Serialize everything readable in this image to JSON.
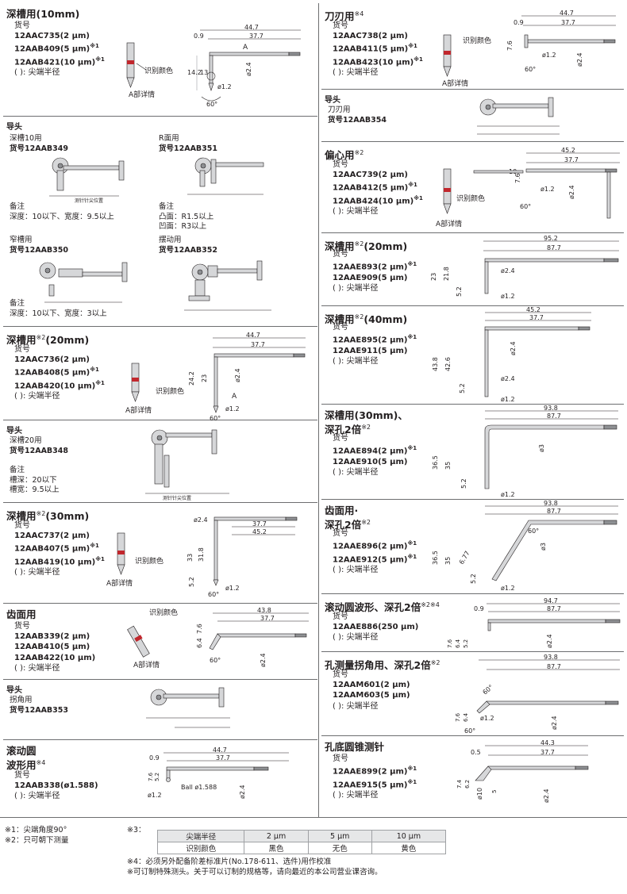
{
  "labels": {
    "huohao": "货号",
    "tip": "(   ): 尖端半径",
    "adetail": "A部详情",
    "idcolor": "识别颜色",
    "guidetou": "导头",
    "remark": "备注",
    "measpos": "测针针尖位置",
    "A": "A"
  },
  "left": {
    "s10": {
      "title": "深槽用(10mm)",
      "parts": [
        "12AAC735(2 μm)",
        "12AAB409(5 μm)",
        "12AAB421(10 μm)"
      ],
      "dims": [
        "44.7",
        "37.7",
        "0.9",
        "14.2",
        "13",
        "ø2.4",
        "ø1.2",
        "60°"
      ]
    },
    "guide1": {
      "title": "导头",
      "a": {
        "name": "深槽10用",
        "pn": "货号12AAB349",
        "notes": [
          "深度：10以下、宽度：9.5以上"
        ]
      },
      "b": {
        "name": "R面用",
        "pn": "货号12AAB351",
        "notes": [
          "凸面：R1.5以上",
          "凹面：R3以上"
        ]
      },
      "c": {
        "name": "窄槽用",
        "pn": "货号12AAB350",
        "notes": [
          "深度：10以下、宽度：3以上"
        ]
      },
      "d": {
        "name": "摆动用",
        "pn": "货号12AAB352",
        "notes": []
      }
    },
    "s20": {
      "title": "深槽用",
      "title2": "(20mm)",
      "parts": [
        "12AAC736(2 μm)",
        "12AAB408(5 μm)",
        "12AAB420(10 μm)"
      ],
      "dims": [
        "44.7",
        "37.7",
        "24.2",
        "23",
        "ø2.4",
        "ø1.2",
        "60°"
      ]
    },
    "guide2": {
      "title": "导头",
      "name": "深槽20用",
      "pn": "货号12AAB348",
      "notes": [
        "槽深：20以下",
        "槽宽：9.5以上"
      ]
    },
    "s30": {
      "title": "深槽用",
      "title2": "(30mm)",
      "parts": [
        "12AAC737(2 μm)",
        "12AAB407(5 μm)",
        "12AAB419(10 μm)"
      ],
      "dims": [
        "37.7",
        "45.2",
        "33",
        "31.8",
        "5.2",
        "ø2.4",
        "ø1.2",
        "60°"
      ]
    },
    "gear": {
      "title": "齿面用",
      "parts": [
        "12AAB339(2 μm)",
        "12AAB410(5 μm)",
        "12AAB422(10 μm)"
      ],
      "dims": [
        "43.8",
        "37.7",
        "7.6",
        "6.4",
        "ø2.4",
        "60°"
      ]
    },
    "guide3": {
      "title": "导头",
      "name": "拐角用",
      "pn": "货号12AAB353"
    },
    "roll": {
      "title": "滚动圆",
      "title2": "波形用",
      "parts": [
        "12AAB338(ø1.588)"
      ],
      "dims": [
        "44.7",
        "37.7",
        "0.9",
        "7.6",
        "5.2",
        "ø1.2",
        "Ball ø1.588",
        "ø2.4"
      ]
    }
  },
  "right": {
    "blade": {
      "title": "刀刃用",
      "parts": [
        "12AAC738(2 μm)",
        "12AAB411(5 μm)",
        "12AAB423(10 μm)"
      ],
      "dims": [
        "44.7",
        "37.7",
        "0.9",
        "7.6",
        "ø1.2",
        "ø2.4",
        "60°"
      ]
    },
    "guide4": {
      "title": "导头",
      "name": "刀刃用",
      "pn": "货号12AAB354"
    },
    "ecc": {
      "title": "偏心用",
      "parts": [
        "12AAC739(2 μm)",
        "12AAB412(5 μm)",
        "12AAB424(10 μm)"
      ],
      "dims": [
        "45.2",
        "37.7",
        "10",
        "7.6",
        "ø1.2",
        "ø2.4",
        "60°"
      ]
    },
    "d20": {
      "title": "深槽用",
      "title2": "(20mm)",
      "parts": [
        "12AAE893(2 μm)",
        "12AAE909(5 μm)"
      ],
      "dims": [
        "95.2",
        "87.7",
        "23",
        "21.8",
        "5.2",
        "ø2.4",
        "ø1.2"
      ]
    },
    "d40": {
      "title": "深槽用",
      "title2": "(40mm)",
      "parts": [
        "12AAE895(2 μm)",
        "12AAE911(5 μm)"
      ],
      "dims": [
        "45.2",
        "37.7",
        "43.8",
        "42.6",
        "5.2",
        "ø2.4",
        "ø2.4",
        "ø1.2"
      ]
    },
    "d30": {
      "title": "深槽用(30mm)、",
      "title2": "深孔2倍",
      "parts": [
        "12AAE894(2 μm)",
        "12AAE910(5 μm)"
      ],
      "dims": [
        "93.8",
        "87.7",
        "36.5",
        "35",
        "5.2",
        "ø3",
        "ø1.2"
      ]
    },
    "gearhole": {
      "title": "齿面用·",
      "title2": "深孔2倍",
      "parts": [
        "12AAE896(2 μm)",
        "12AAE912(5 μm)"
      ],
      "dims": [
        "93.8",
        "87.7",
        "36.5",
        "35",
        "6.77",
        "5.2",
        "ø3",
        "ø1.2",
        "60°"
      ]
    },
    "rollhole": {
      "title": "滚动圆波形、深孔2倍",
      "parts": [
        "12AAE886(250 μm)"
      ],
      "dims": [
        "94.7",
        "87.7",
        "0.9",
        "7.6",
        "6.4",
        "5.2",
        "ø2.4"
      ]
    },
    "hole": {
      "title": "孔测量拐角用、深孔2倍",
      "parts": [
        "12AAM601(2 μm)",
        "12AAM603(5 μm)"
      ],
      "dims": [
        "93.8",
        "87.7",
        "7.6",
        "6.4",
        "ø1.2",
        "ø2.4",
        "60°",
        "60°"
      ]
    },
    "cone": {
      "title": "孔底圆锥测针",
      "parts": [
        "12AAE899(2 μm)",
        "12AAE915(5 μm)"
      ],
      "dims": [
        "44.3",
        "37.7",
        "0.5",
        "7.4",
        "6.2",
        "5",
        "ø10",
        "ø2.4"
      ]
    }
  },
  "footer": {
    "n1": "※1：尖端角度90°",
    "n2": "※2：只可朝下测量",
    "n3": "※3：",
    "n4": "※4：必须另外配备阶差标准片(No.178-611、选件)用作校准",
    "n5": "※可订制特殊测头。关于可以订制的规格等，请向最近的本公司营业课咨询。",
    "table": {
      "header": [
        "尖端半径",
        "2 μm",
        "5 μm",
        "10 μm"
      ],
      "row": [
        "识别颜色",
        "黑色",
        "无色",
        "黄色"
      ]
    }
  }
}
